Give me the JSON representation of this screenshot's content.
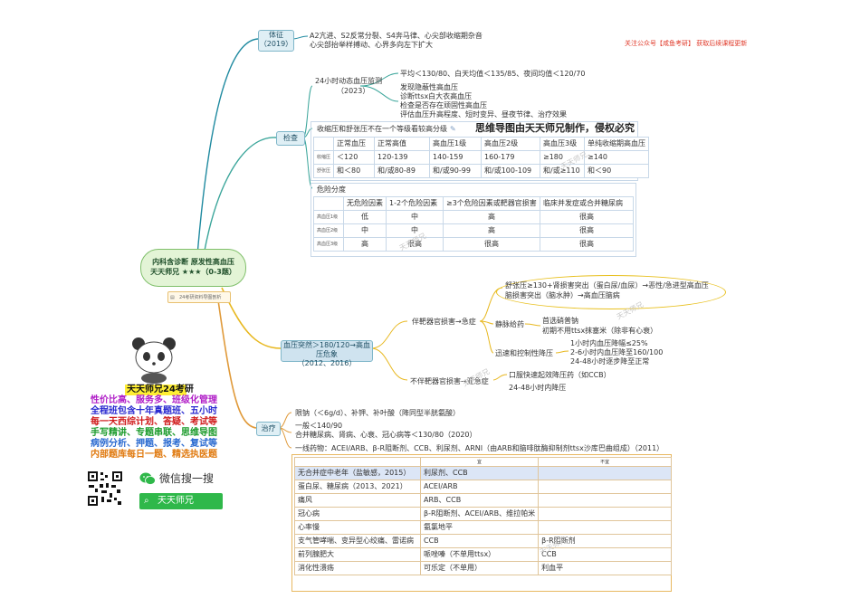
{
  "top_right_notice": "关注公众号【咸鱼考研】 获取后续课程更新",
  "central": {
    "line1": "内科含诊断 原发性高血压",
    "line2": "天天师兄 ★★★（0-3题）",
    "badge": "24考研资料导图剖析"
  },
  "branch_signs": {
    "label": "体征",
    "year": "（2019）",
    "lines": [
      "A2亢进、S2反常分裂、S4奔马律、心尖部收缩期杂音",
      "心尖部抬举样搏动、心界多向左下扩大"
    ]
  },
  "branch_exam": {
    "label": "检查",
    "abpm_title": "24小时动态血压监测",
    "abpm_year": "（2023）",
    "abpm_avg": "平均＜130/80、白天均值＜135/85、夜间均值＜120/70",
    "abpm_uses": [
      "发现隐蔽性高血压",
      "诊断ttsx白大衣高血压",
      "检查是否存在顽固性高血压",
      "评估血压升高程度、短时变异、昼夜节律、治疗效果"
    ],
    "grade_note": "收缩压和舒张压不在一个等级看较高分级",
    "grade_banner": "思维导图由天天师兄制作，侵权必究",
    "grade_table": {
      "header": [
        "",
        "正常血压",
        "正常高值",
        "高血压1级",
        "高血压2级",
        "高血压3级",
        "单纯收缩期高血压"
      ],
      "rows": [
        [
          "收缩压",
          "＜120",
          "120-139",
          "140-159",
          "160-179",
          "≥180",
          "≥140"
        ],
        [
          "舒张压",
          "和＜80",
          "和/或80-89",
          "和/或90-99",
          "和/或100-109",
          "和/或≥110",
          "和＜90"
        ]
      ]
    },
    "risk_title": "危险分度",
    "risk_table": {
      "header": [
        "",
        "无危险因素",
        "1-2个危险因素",
        "≥3个危险因素或靶器官损害",
        "临床并发症或合并糖尿病"
      ],
      "rows": [
        [
          "高血压1级",
          "低",
          "中",
          "高",
          "很高"
        ],
        [
          "高血压2级",
          "中",
          "中",
          "高",
          "很高"
        ],
        [
          "高血压3级",
          "高",
          "很高",
          "很高",
          "很高"
        ]
      ]
    }
  },
  "branch_crisis": {
    "label": "血压突然＞180/120→高血压危象",
    "year": "（2012、2016）",
    "with_damage": "伴靶器官损害→急症",
    "oval_lines": [
      "舒张压≥130+肾损害突出（蛋白尿/血尿）→恶性/急进型高血压",
      "脑损害突出（脑水肿）→高血压脑病"
    ],
    "iv": "静脉给药",
    "iv_lines": [
      "首选硝普钠",
      "初期不用ttsx抹塞米（除非有心衰）"
    ],
    "rapid": "迅速和控制性降压",
    "rapid_lines": [
      "1小时内血压降幅≤25%",
      "2-6小时内血压降至160/100",
      "24-48小时逐步降至正常"
    ],
    "without_damage": "不伴靶器官损害→亚急症",
    "sub_lines": [
      "口服快速起效降压药（如CCB）",
      "24-48小时内降压"
    ]
  },
  "branch_treat": {
    "label": "治疗",
    "lines": [
      "限钠（＜6g/d）、补钾、补叶酸（降同型半胱氨酸）",
      "一般＜140/90",
      "合并糖尿病、肾病、心衰、冠心病等＜130/80（2020）",
      "一线药物：ACEI/ARB、β-R阻断剂、CCB、利尿剂、ARNI（由ARB和脑啡肽酶抑制剂ttsx沙库巴曲组成）（2011）"
    ],
    "drug_table": {
      "header": [
        "",
        "宜",
        "不宜"
      ],
      "rows": [
        [
          "无合并症中老年（盐敏感，2015）",
          "利尿剂、CCB",
          ""
        ],
        [
          "蛋白尿、糖尿病（2013、2021）",
          "ACEI/ARB",
          ""
        ],
        [
          "痛风",
          "ARB、CCB",
          ""
        ],
        [
          "冠心病",
          "β-R阻断剂、ACEI/ARB、维拉帕米",
          ""
        ],
        [
          "心率慢",
          "氨氯地平",
          ""
        ],
        [
          "支气管哮喘、变异型心绞痛、雷诺病",
          "CCB",
          "β-R阻断剂"
        ],
        [
          "前列腺肥大",
          "哌唑嗪（不单用ttsx）",
          "CCB"
        ],
        [
          "消化性溃疡",
          "可乐定（不单用）",
          "利血平"
        ]
      ]
    }
  },
  "promo": {
    "title": "天天师兄24考研",
    "lines": [
      {
        "text": "性价比高、服务多、班级化管理",
        "color": "#b01ec7"
      },
      {
        "text": "全程班包含十年真题班、五小时",
        "color": "#2a2ad0"
      },
      {
        "text": "每一天西综计划、答疑、考试等",
        "color": "#d01b1b"
      },
      {
        "text": "手写精讲、专题串联、思维导图",
        "color": "#1a9a2a"
      },
      {
        "text": "病例分析、押题、报考、复试等",
        "color": "#2a6ad0"
      },
      {
        "text": "内部题库每日一题、精选执医题",
        "color": "#e07a10"
      }
    ],
    "wechat_search": "微信搜一搜",
    "search_name": "天天师兄"
  },
  "watermark": "天天师兄",
  "colors": {
    "signs_line": "#1f8aa0",
    "exam_line": "#3aa59a",
    "crisis_line": "#e8b820",
    "treat_line": "#e09a3a",
    "node_fill": "#dfeff5",
    "table_border": "#e0c59a",
    "highlight_row": "#dce6f6",
    "wechat_green": "#2fb84a"
  }
}
